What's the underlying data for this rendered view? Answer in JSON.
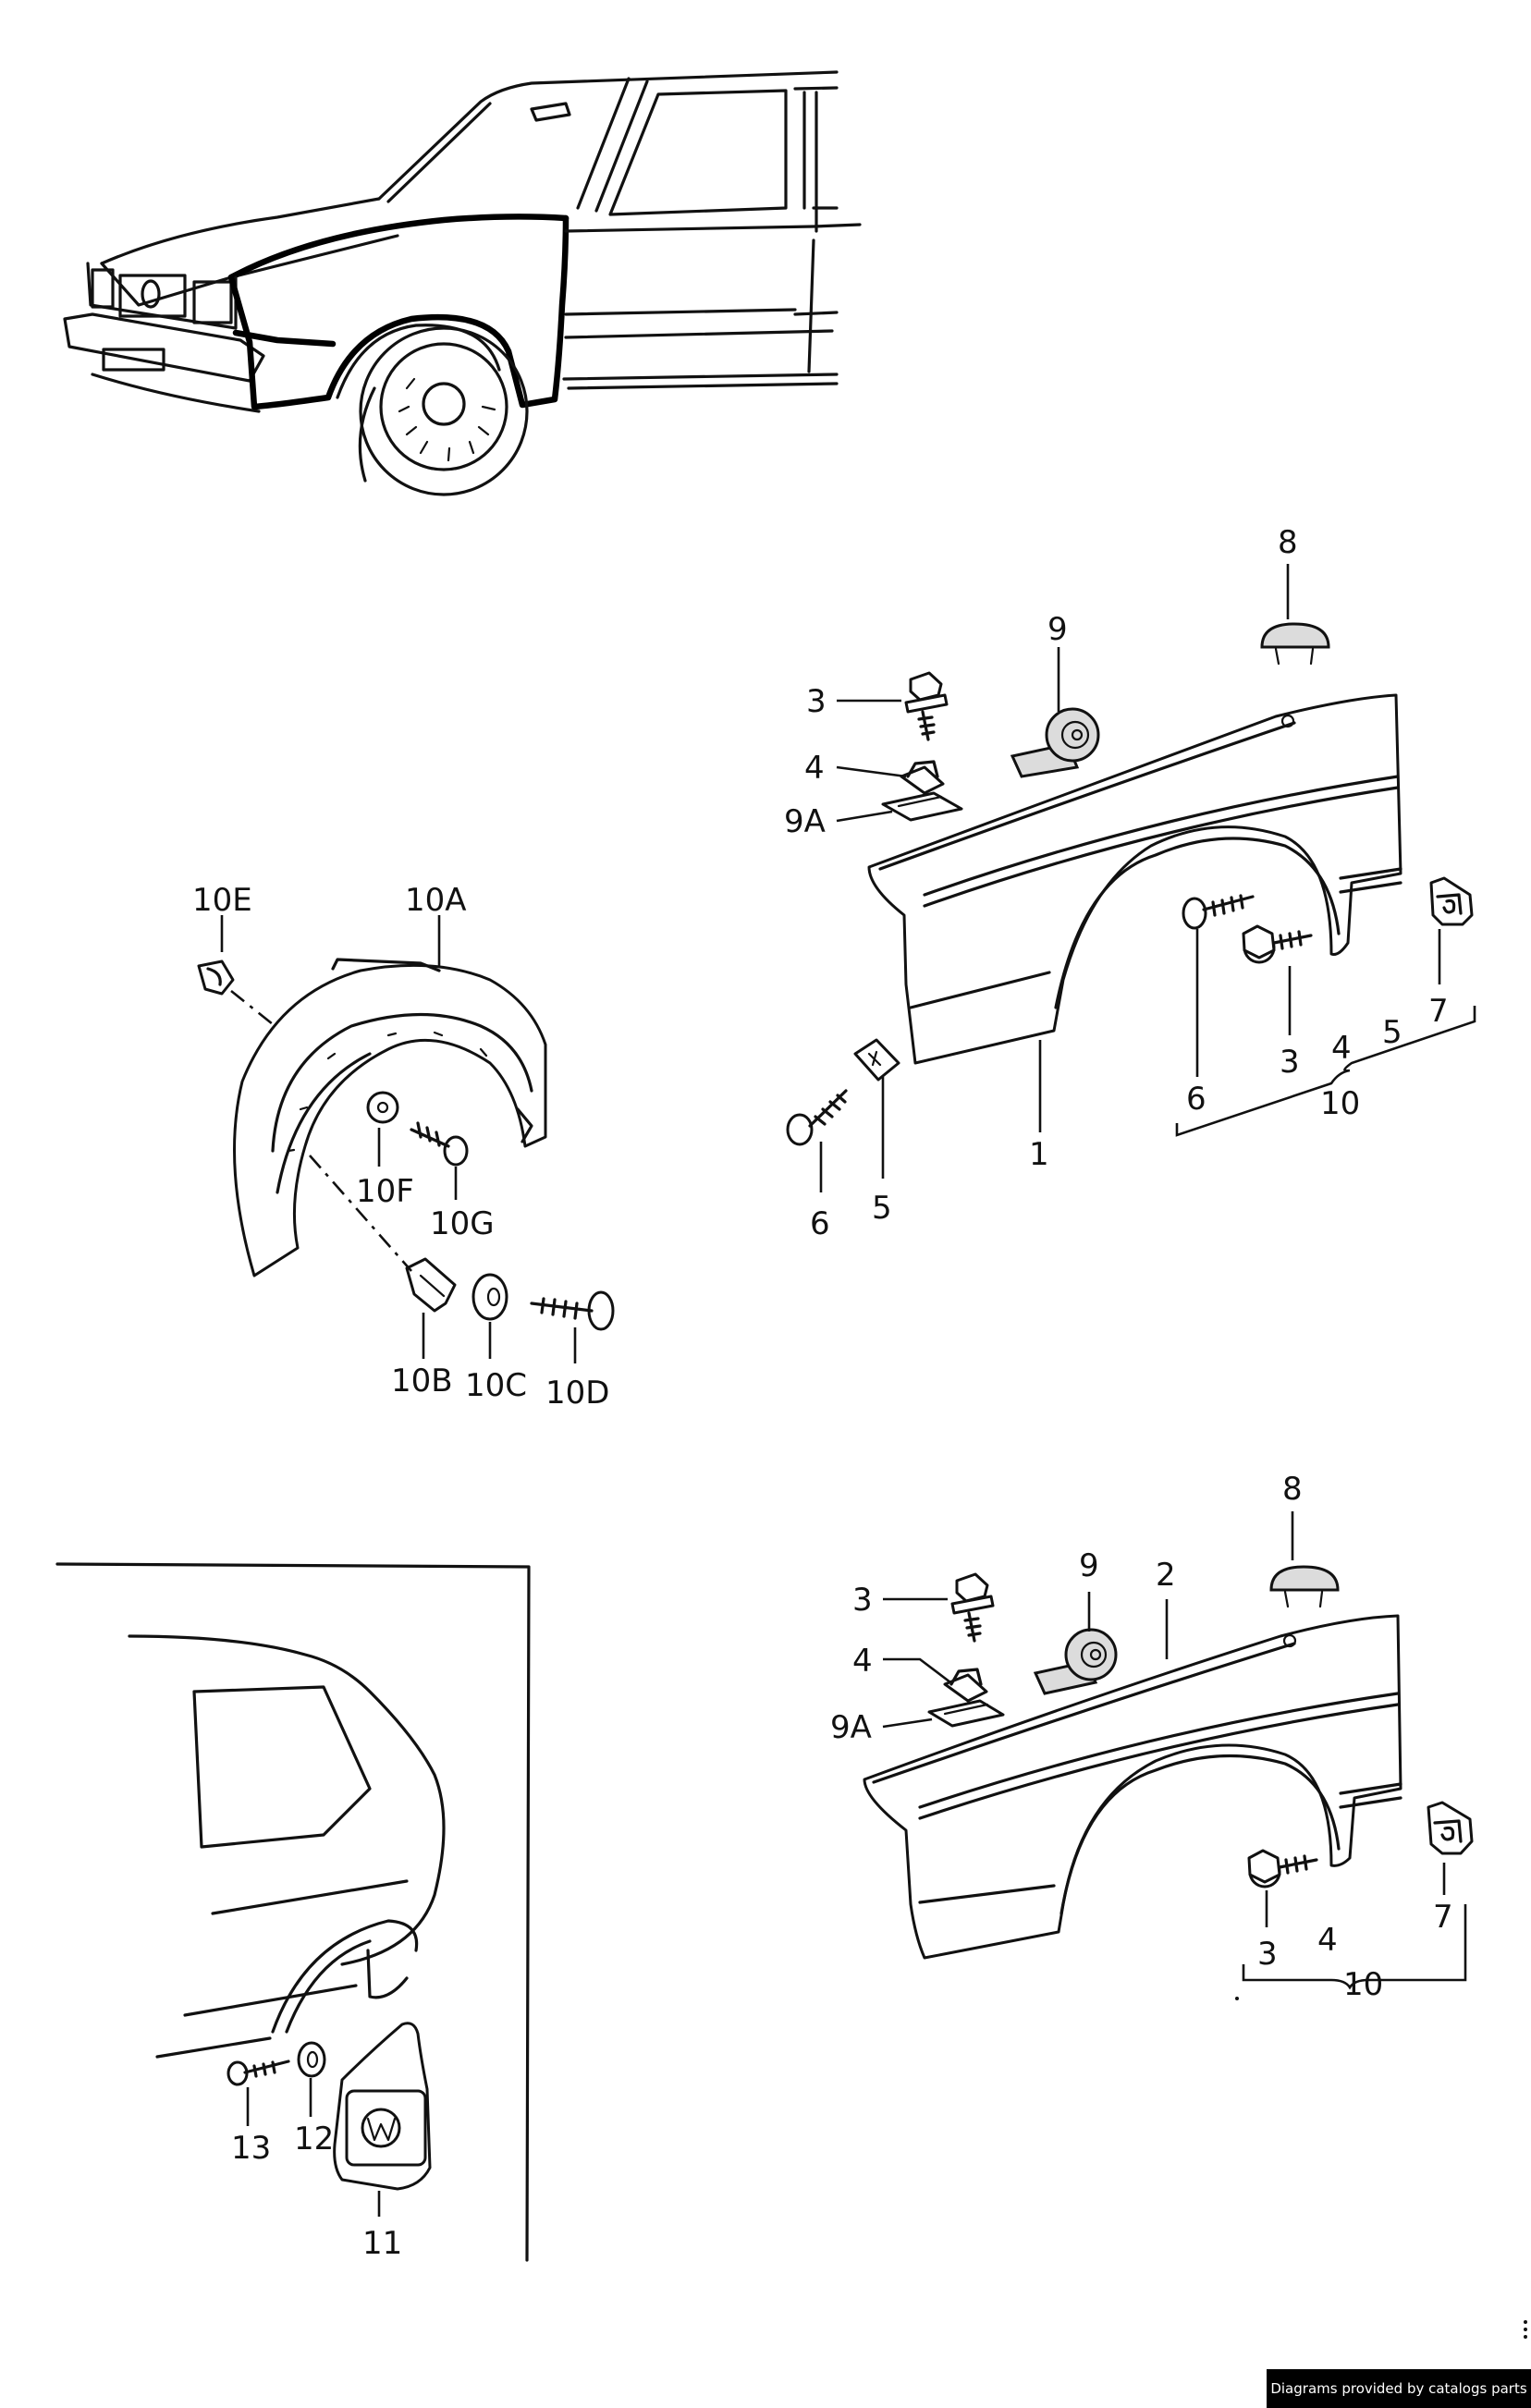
{
  "labels": {
    "p1": "1",
    "p2": "2",
    "p3a": "3",
    "p3b": "3",
    "p3c": "3",
    "p3d": "3",
    "p4a": "4",
    "p4b": "4",
    "p4c": "4",
    "p4d": "4",
    "p5a": "5",
    "p5b": "5",
    "p6a": "6",
    "p6b": "6",
    "p7a": "7",
    "p7b": "7",
    "p8a": "8",
    "p8b": "8",
    "p9a": "9",
    "p9b": "9",
    "p9Aa": "9A",
    "p9Ab": "9A",
    "p10a": "10",
    "p10b": "10",
    "p10A": "10A",
    "p10B": "10B",
    "p10C": "10C",
    "p10D": "10D",
    "p10E": "10E",
    "p10F": "10F",
    "p10G": "10G",
    "p11": "11",
    "p12": "12",
    "p13": "13"
  },
  "footer": {
    "credit": "Diagrams provided by catalogs parts"
  }
}
